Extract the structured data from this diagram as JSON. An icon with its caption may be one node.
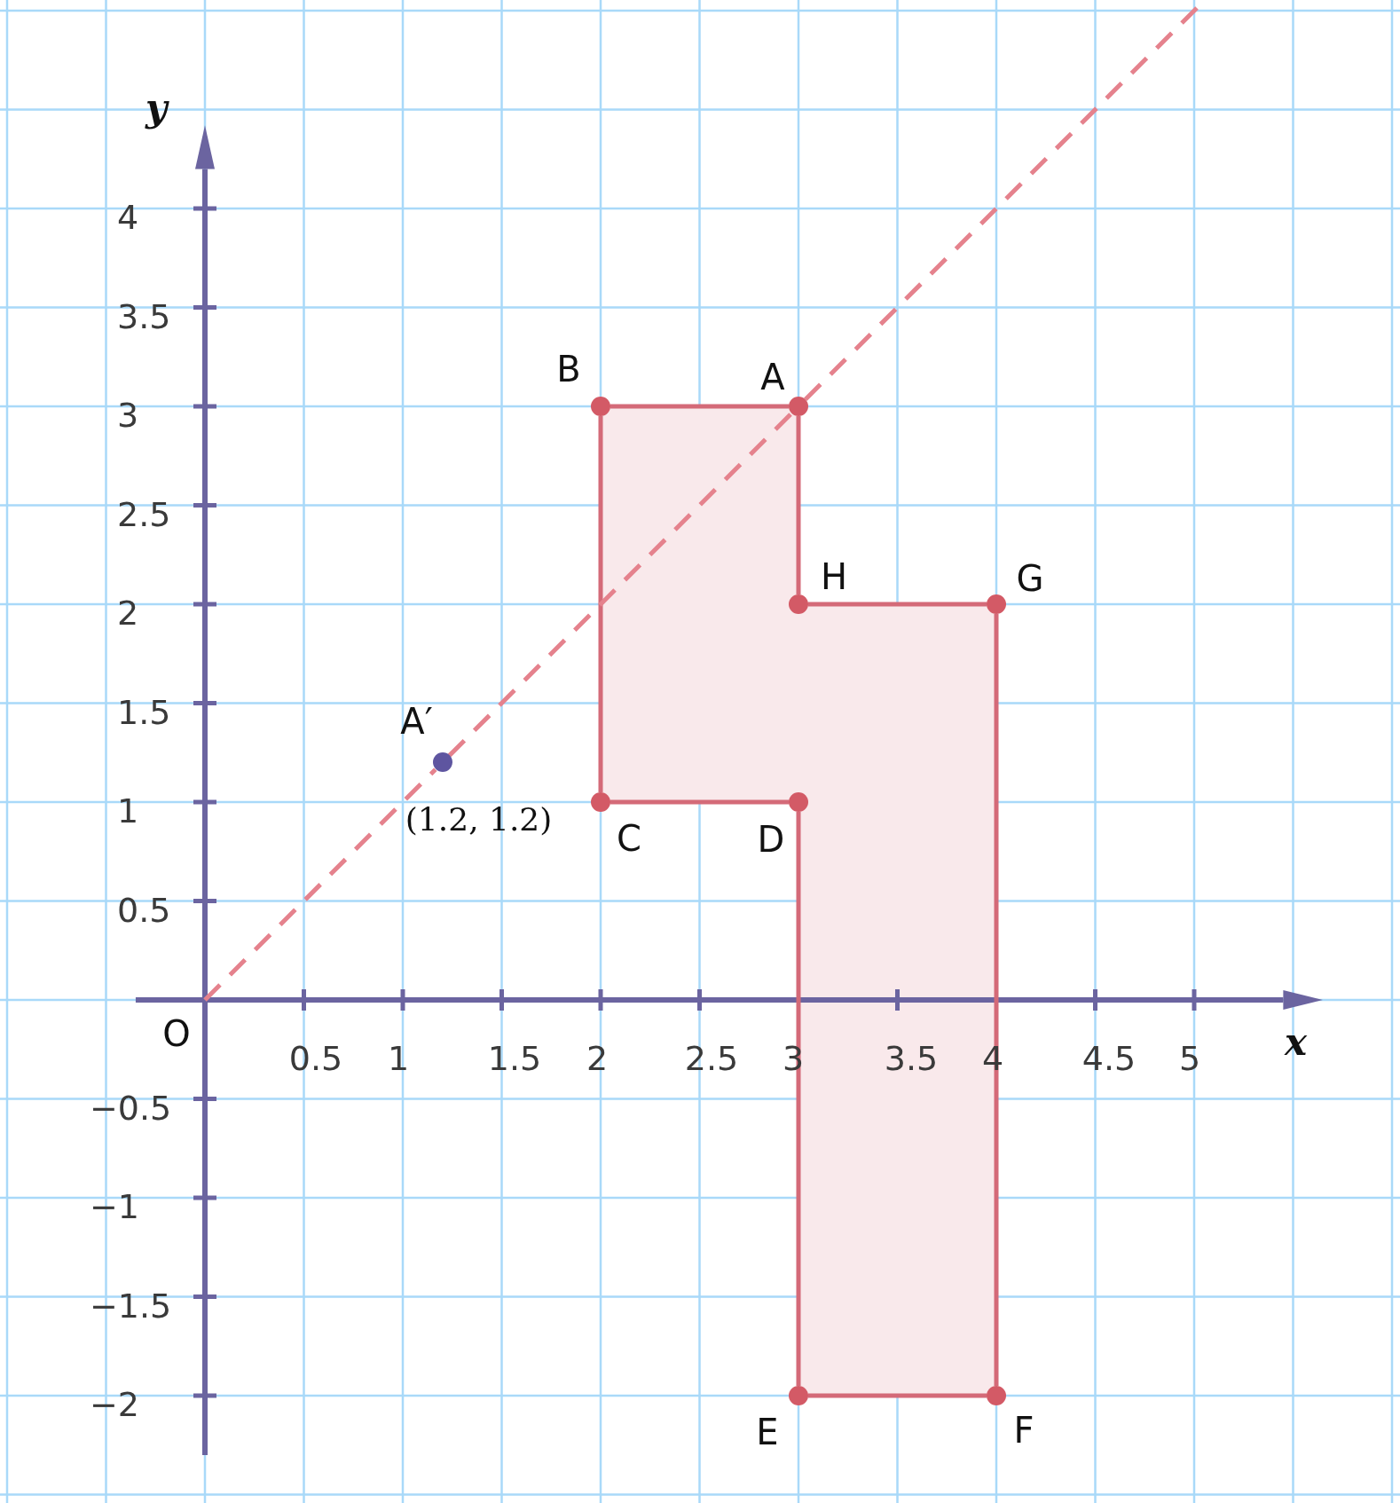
{
  "diagram": {
    "nodes": [
      {
        "text": [
          "O"
        ]
      },
      {
        "text": [
          "A"
        ]
      },
      {
        "text": [
          "B"
        ]
      },
      {
        "text": [
          "C"
        ]
      },
      {
        "text": [
          "D"
        ]
      },
      {
        "text": [
          "E"
        ]
      },
      {
        "text": [
          "F"
        ]
      },
      {
        "text": [
          "G"
        ]
      },
      {
        "text": [
          "H"
        ]
      },
      {
        "text": [
          "A′"
        ],
        "beside": [
          "(1.2, 1.2)"
        ]
      }
    ],
    "edges": [
      {
        "from": 1,
        "to": 2,
        "arrow": "none"
      },
      {
        "from": 2,
        "to": 3,
        "arrow": "none"
      },
      {
        "from": 3,
        "to": 4,
        "arrow": "none"
      },
      {
        "from": 4,
        "to": 5,
        "arrow": "none"
      },
      {
        "from": 5,
        "to": 6,
        "arrow": "none"
      },
      {
        "from": 6,
        "to": 7,
        "arrow": "none"
      },
      {
        "from": 7,
        "to": 8,
        "arrow": "none"
      },
      {
        "from": 8,
        "to": 1,
        "arrow": "none"
      },
      {
        "from": 0,
        "to": 9,
        "arrow": "none",
        "style": "dashed",
        "color": "#e5828d"
      },
      {
        "from": 9,
        "to": 1,
        "arrow": "none",
        "style": "dashed",
        "color": "#e5828d"
      },
      {
        "from": 1,
        "to": null,
        "arrow": "none",
        "style": "dashed",
        "color": "#e5828d"
      }
    ],
    "labels": [
      "y",
      "4",
      "3.5",
      "3",
      "2.5",
      "2",
      "1.5",
      "1",
      "0.5",
      "0.5",
      "1",
      "1.5",
      "2",
      "2.5",
      "3",
      "3.5",
      "4",
      "4.5",
      "5",
      "x",
      "−0.5",
      "−1",
      "−1.5",
      "−2"
    ]
  }
}
